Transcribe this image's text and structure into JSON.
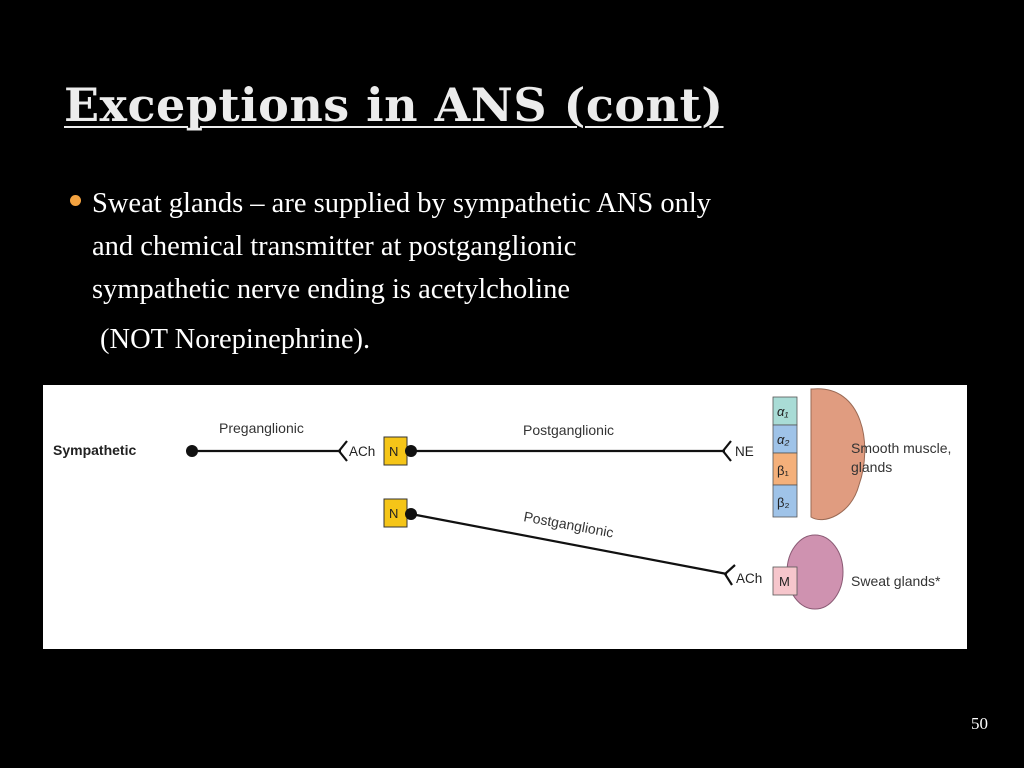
{
  "slide": {
    "title": "Exceptions in ANS (cont)",
    "bullet": "Sweat glands – are supplied by sympathetic ANS only\nand chemical transmitter at postganglionic\nsympathetic nerve ending is acetylcholine",
    "subline": "(NOT Norepinephrine).",
    "page_number": "50"
  },
  "diagram": {
    "row_label": "Sympathetic",
    "preganglionic_label": "Preganglionic",
    "pre_transmitter": "ACh",
    "ganglion_receptor": "N",
    "postganglionic_label_top": "Postganglionic",
    "post_transmitter_top": "NE",
    "receptors_top": [
      "α₁",
      "α₂",
      "β₁",
      "β₂"
    ],
    "target_top": "Smooth muscle,\nglands",
    "ganglion_receptor_bottom": "N",
    "postganglionic_label_bottom": "Postganglionic",
    "post_transmitter_bottom": "ACh",
    "receptor_bottom": "M",
    "target_bottom": "Sweat glands*",
    "colors": {
      "nicotinic_box": "#f5c518",
      "alpha_box": "#a9dcd6",
      "alpha2_box": "#9fc3e8",
      "beta_box": "#f4b07a",
      "muscarinic_box": "#f6c6cc",
      "smooth_muscle_organ": "#e09c80",
      "sweat_gland_organ": "#cf92b0"
    }
  }
}
